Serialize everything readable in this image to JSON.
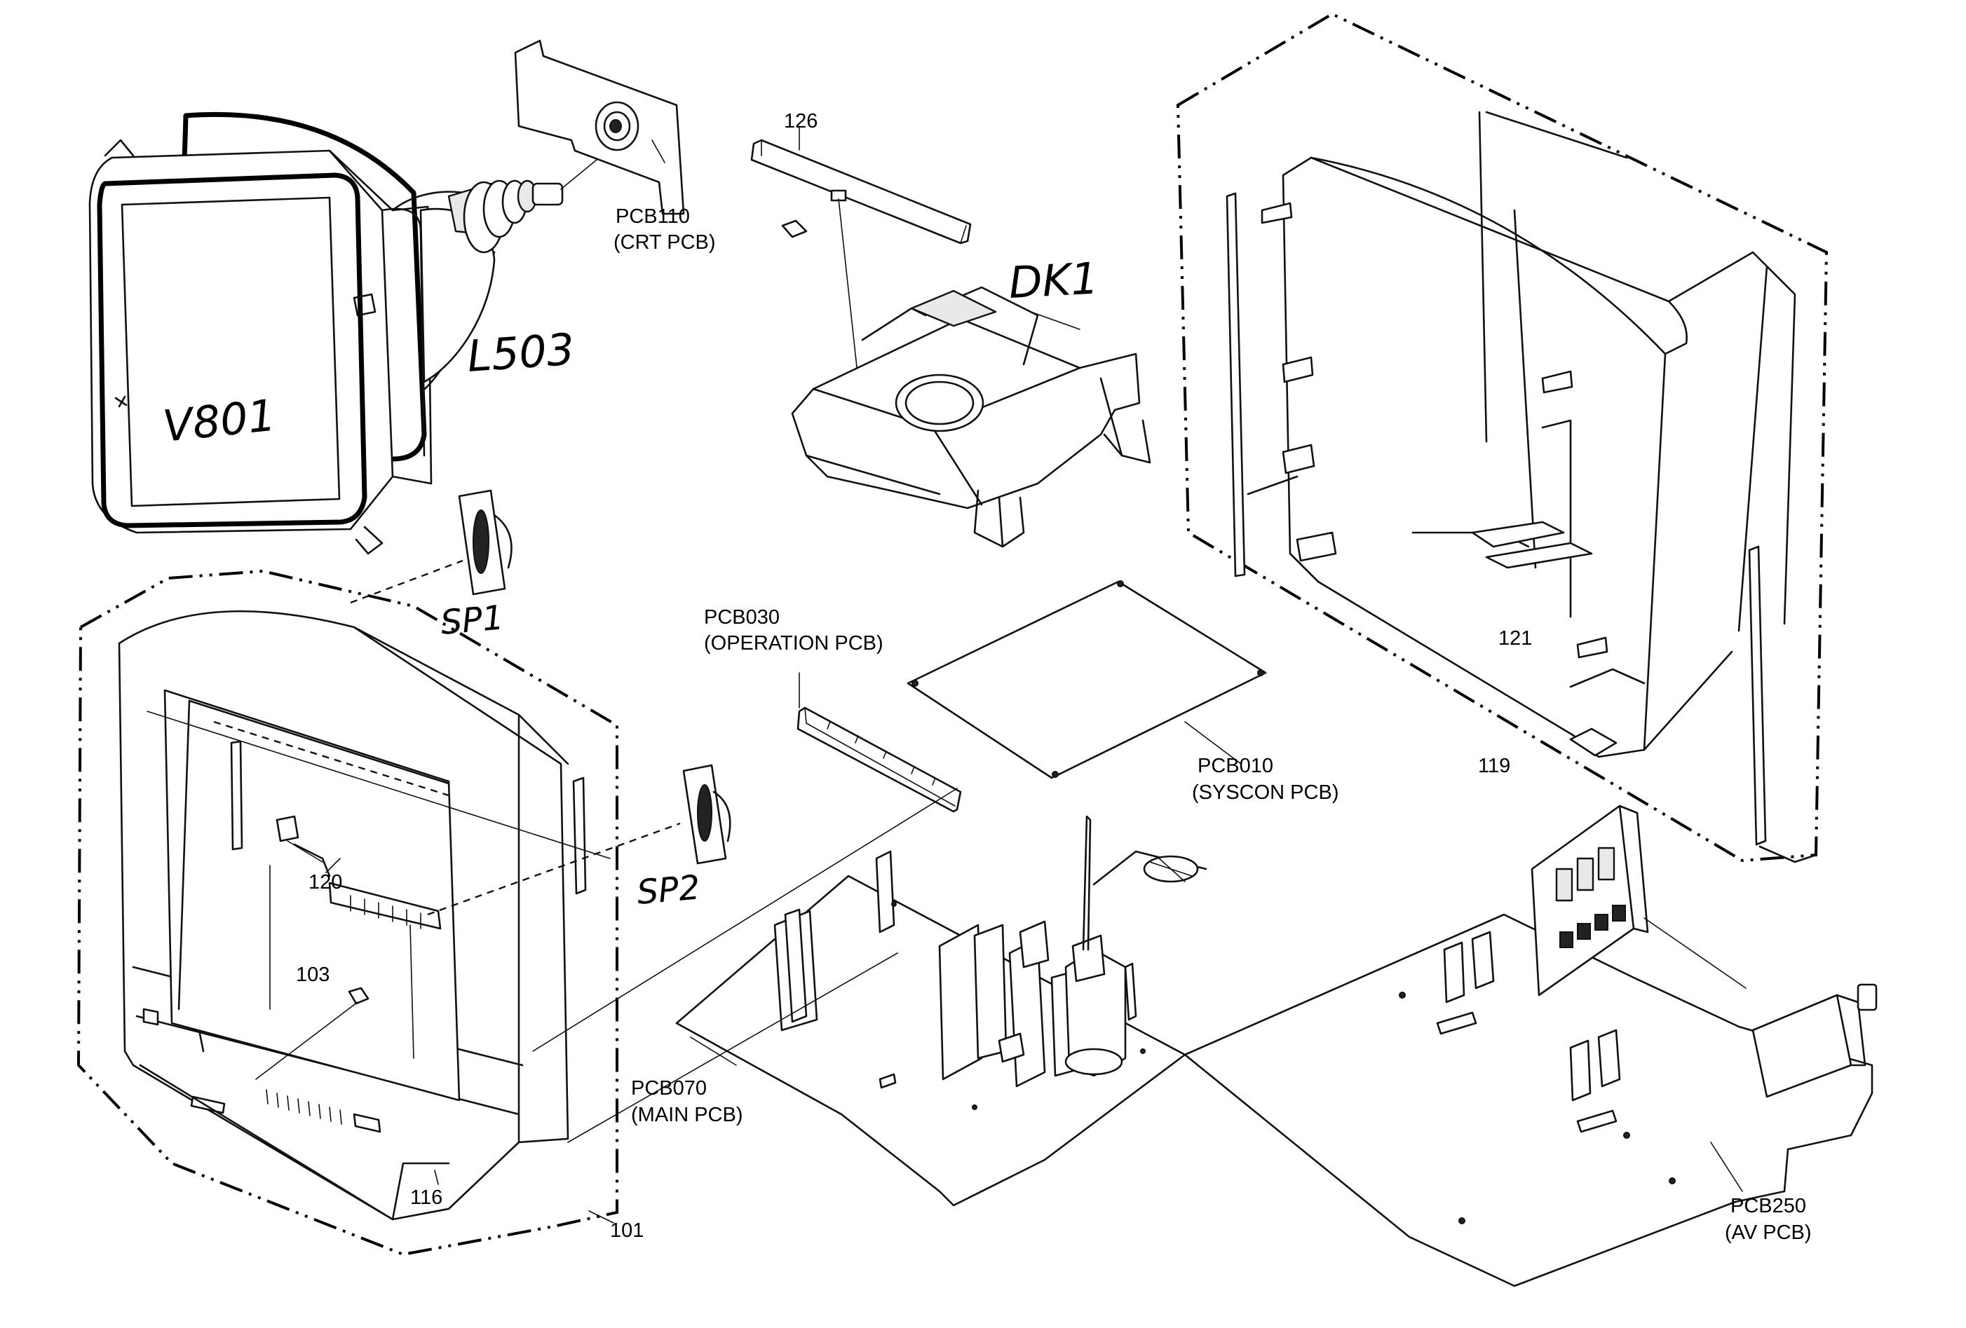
{
  "diagram": {
    "part_labels": {
      "pcb110": "PCB110",
      "pcb110_desc": "(CRT PCB)",
      "p126": "126",
      "pcb030": "PCB030",
      "pcb030_desc": "(OPERATION PCB)",
      "pcb010": "PCB010",
      "pcb010_desc": "(SYSCON PCB)",
      "p121": "121",
      "p119": "119",
      "p120": "120",
      "p103": "103",
      "pcb070": "PCB070",
      "pcb070_desc": "(MAIN PCB)",
      "p116": "116",
      "p101": "101",
      "pcb250": "PCB250",
      "pcb250_desc": "(AV PCB)"
    },
    "handwritten_labels": {
      "v801": "V801",
      "l503": "L503",
      "dk1": "DK1",
      "sp1": "SP1",
      "sp2": "SP2"
    }
  }
}
